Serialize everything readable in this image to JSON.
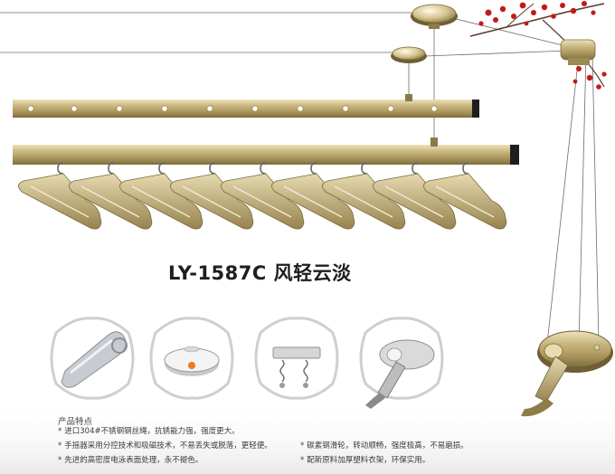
{
  "product": {
    "model_title": "LY-1587C 风轻云淡"
  },
  "features": {
    "heading": "产品特点",
    "items": [
      "进口304#不锈钢钢丝绳，抗锈能力强，强度更大。",
      "手摇器采用分控技术和吸磁技术，不易丢失或脱落，更轻便。",
      "先进的高密度电泳表面处理，永不褪色。",
      "碳素钢滑轮，转动顺畅，强度极高，不易磨损。",
      "配新原料加厚塑料衣架，环保实用。"
    ],
    "bullet": "*"
  },
  "detail_icons": [
    "aluminum-rail-profile-icon",
    "ceiling-pulley-icon",
    "hanger-bracket-icon",
    "hand-crank-icon"
  ],
  "colors": {
    "gold": "#b8a46a",
    "gold_dark": "#8a7a48",
    "gold_light": "#ddd0a0",
    "blossom": "#c21a1a",
    "frame": "#d8d8d8"
  }
}
